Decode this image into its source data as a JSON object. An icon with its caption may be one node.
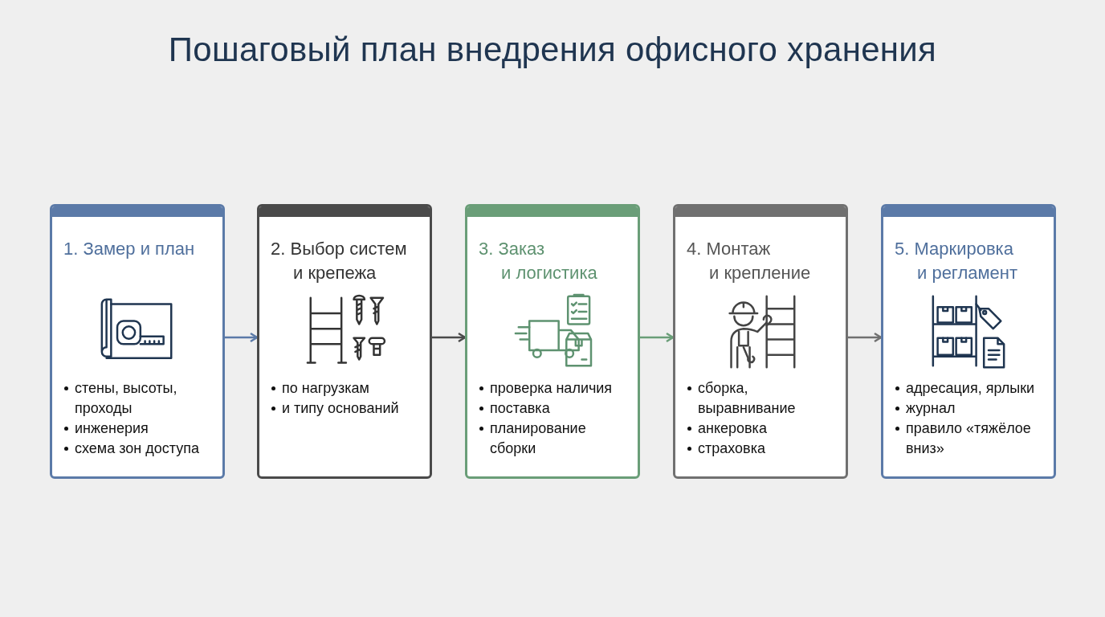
{
  "diagram": {
    "title": "Пошаговый план внедрения офисного хранения",
    "nodes": [
      {
        "text": [
          "1. Замер и план",
          "стены, высоты, проходы",
          "инженерия",
          "схема зон доступа"
        ]
      },
      {
        "text": [
          "2. Выбор систем и крепежа",
          "по нагрузкам",
          "и типу оснований"
        ]
      },
      {
        "text": [
          "3. Заказ и логистика",
          "проверка наличия",
          "поставка",
          "планирование сборки"
        ]
      },
      {
        "text": [
          "4. Монтаж и крепление",
          "сборка, выравнивание",
          "анкеровка",
          "страховка"
        ]
      },
      {
        "text": [
          "5. Маркировка и регламент",
          "адресация, ярлыки",
          "журнал",
          "правило «тяжёлое вниз»"
        ]
      }
    ],
    "edges": [
      {
        "from": 0,
        "to": 1,
        "arrow": "to",
        "color": "#5b7aa8"
      },
      {
        "from": 1,
        "to": 2,
        "arrow": "to",
        "color": "#4a4a4a"
      },
      {
        "from": 2,
        "to": 3,
        "arrow": "to",
        "color": "#6a9e78"
      },
      {
        "from": 3,
        "to": 4,
        "arrow": "to",
        "color": "#707070"
      }
    ]
  }
}
